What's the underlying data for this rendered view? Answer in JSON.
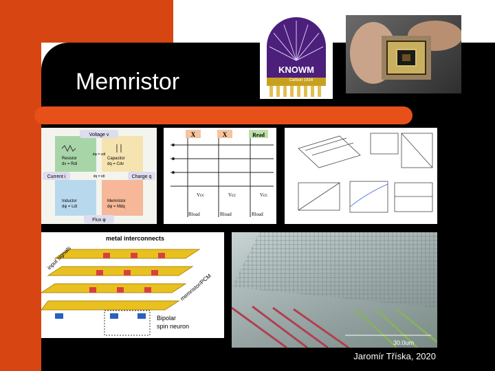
{
  "slide": {
    "title": "Memristor",
    "caption": "Jaromír Tříska, 2020"
  },
  "knowm_logo": {
    "brand": "KNOWM",
    "sub": "Carbon 1816"
  },
  "diagram1": {
    "voltage": "Voltage v",
    "resistor": "Resistor",
    "resistor_eq": "dv = Rdi",
    "capacitor": "Capacitor",
    "capacitor_eq": "dq = Cdv",
    "current": "Current i",
    "charge": "Charge q",
    "inductor": "Inductor",
    "inductor_eq": "dφ = Ldi",
    "memristor": "Memristor",
    "memristor_eq": "dφ = Mdq",
    "flux": "Flux φ",
    "dq": "dq = idt",
    "dphi": "dφ = vdt"
  },
  "diagram2": {
    "x1": "X",
    "x2": "X",
    "read": "Read",
    "rload": "Rload",
    "vcc": "Vcc"
  },
  "diagram4": {
    "top": "metal interconnects",
    "input": "input signals",
    "mem": "memristor/PCM",
    "spin1": "Bipolar",
    "spin2": "spin neuron"
  },
  "micro": {
    "scale": "30.0um"
  }
}
